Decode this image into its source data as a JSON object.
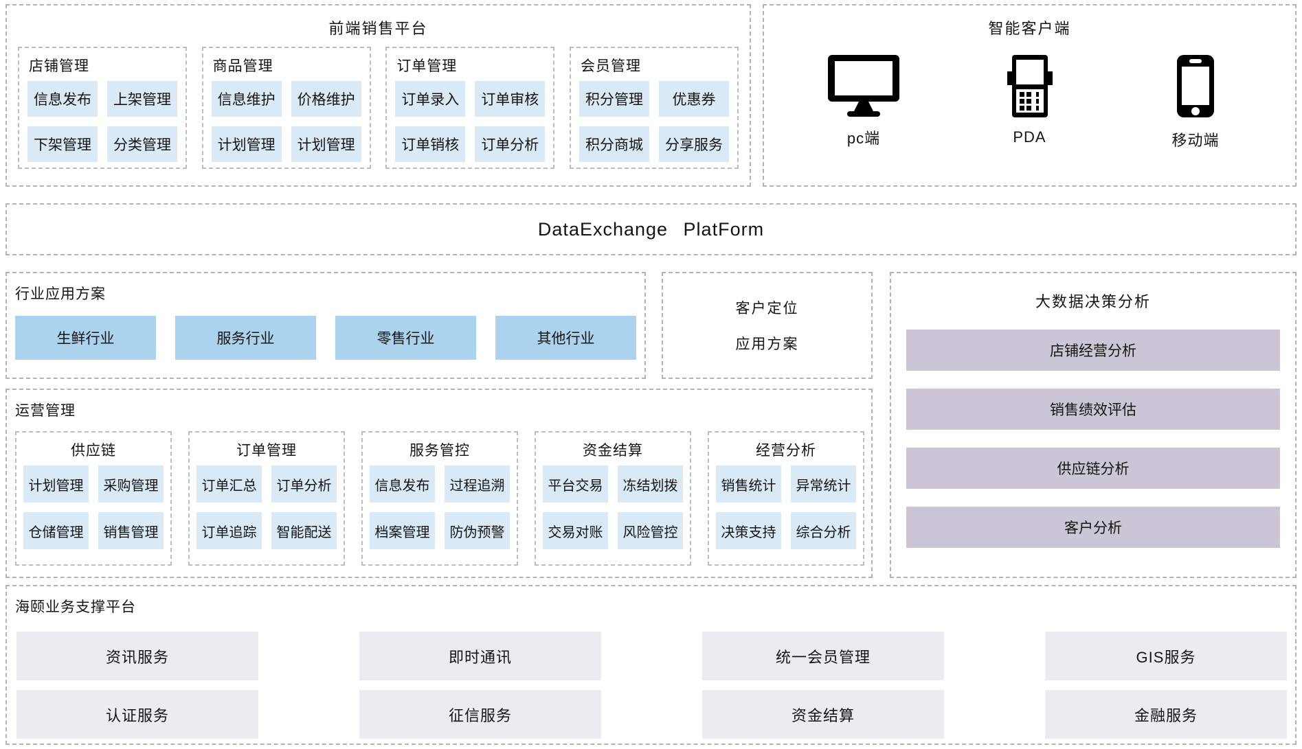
{
  "frontend_platform": {
    "title": "前端销售平台",
    "groups": [
      {
        "title": "店铺管理",
        "items": [
          "信息发布",
          "上架管理",
          "下架管理",
          "分类管理"
        ]
      },
      {
        "title": "商品管理",
        "items": [
          "信息维护",
          "价格维护",
          "计划管理",
          "计划管理"
        ]
      },
      {
        "title": "订单管理",
        "items": [
          "订单录入",
          "订单审核",
          "订单销核",
          "订单分析"
        ]
      },
      {
        "title": "会员管理",
        "items": [
          "积分管理",
          "优惠券",
          "积分商城",
          "分享服务"
        ]
      }
    ]
  },
  "smart_client": {
    "title": "智能客户端",
    "devices": [
      {
        "icon": "desktop-monitor-icon",
        "label": "pc端"
      },
      {
        "icon": "pda-terminal-icon",
        "label": "PDA"
      },
      {
        "icon": "mobile-phone-icon",
        "label": "移动端"
      }
    ]
  },
  "data_exchange": {
    "title": "DataExchange PlatForm"
  },
  "industry_solutions": {
    "title": "行业应用方案",
    "items": [
      "生鲜行业",
      "服务行业",
      "零售行业",
      "其他行业"
    ]
  },
  "customer_positioning": {
    "line1": "客户定位",
    "line2": "应用方案"
  },
  "big_data_analysis": {
    "title": "大数据决策分析",
    "items": [
      "店铺经营分析",
      "销售绩效评估",
      "供应链分析",
      "客户分析"
    ]
  },
  "operations_management": {
    "title": "运营管理",
    "groups": [
      {
        "title": "供应链",
        "items": [
          "计划管理",
          "采购管理",
          "仓储管理",
          "销售管理"
        ]
      },
      {
        "title": "订单管理",
        "items": [
          "订单汇总",
          "订单分析",
          "订单追踪",
          "智能配送"
        ]
      },
      {
        "title": "服务管控",
        "items": [
          "信息发布",
          "过程追溯",
          "档案管理",
          "防伪预警"
        ]
      },
      {
        "title": "资金结算",
        "items": [
          "平台交易",
          "冻结划拨",
          "交易对账",
          "风险管控"
        ]
      },
      {
        "title": "经营分析",
        "items": [
          "销售统计",
          "异常统计",
          "决策支持",
          "综合分析"
        ]
      }
    ]
  },
  "support_platform": {
    "title": "海颐业务支撑平台",
    "items": [
      "资讯服务",
      "即时通讯",
      "统一会员管理",
      "GIS服务",
      "认证服务",
      "征信服务",
      "资金结算",
      "金融服务"
    ]
  },
  "colors": {
    "chip_blue": "#d9eaf6",
    "industry_blue": "#abd3ee",
    "analysis_purple": "#cbc5d6",
    "support_lavender": "#edebf2",
    "border_gray": "#b3b3b3",
    "text": "#141414"
  }
}
